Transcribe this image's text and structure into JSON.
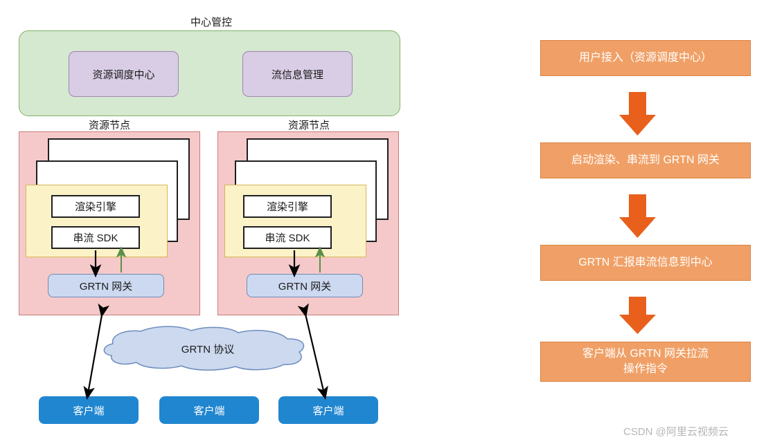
{
  "diagram": {
    "center_control": {
      "title": "中心管控",
      "modules": [
        {
          "label": "资源调度中心"
        },
        {
          "label": "流信息管理"
        }
      ]
    },
    "resource_nodes": [
      {
        "title": "资源节点",
        "render_engine": "渲染引擎",
        "stream_sdk": "串流 SDK",
        "gateway": "GRTN 网关"
      },
      {
        "title": "资源节点",
        "render_engine": "渲染引擎",
        "stream_sdk": "串流 SDK",
        "gateway": "GRTN 网关"
      }
    ],
    "protocol_cloud": {
      "label": "GRTN 协议"
    },
    "clients": [
      {
        "label": "客户端"
      },
      {
        "label": "客户端"
      },
      {
        "label": "客户端"
      }
    ]
  },
  "flow": {
    "steps": [
      {
        "label": "用户接入（资源调度中心）"
      },
      {
        "label": "启动渲染、串流到 GRTN 网关"
      },
      {
        "label": "GRTN 汇报串流信息到中心"
      },
      {
        "label": "客户端从 GRTN 网关拉流\n操作指令"
      }
    ]
  },
  "watermark": {
    "text": "CSDN @阿里云视频云"
  },
  "colors": {
    "green_panel_fill": "#d5e8d0",
    "green_panel_stroke": "#82b366",
    "purple_fill": "#d8cde4",
    "purple_stroke": "#9f83b3",
    "red_fill": "#f5c9c9",
    "red_stroke": "#c97d7d",
    "yellow_fill": "#fbf2c8",
    "yellow_stroke": "#d6b656",
    "gateway_fill": "#ccd9f0",
    "gateway_stroke": "#7089b8",
    "client_fill": "#2186d0",
    "cloud_fill": "#ccd9ee",
    "cloud_stroke": "#6d8cc0",
    "flow_fill": "#f0a066",
    "flow_stroke": "#d9813f",
    "flow_arrow": "#e8601c",
    "green_arrow": "#5a8f4a",
    "black_arrow": "#000000"
  }
}
